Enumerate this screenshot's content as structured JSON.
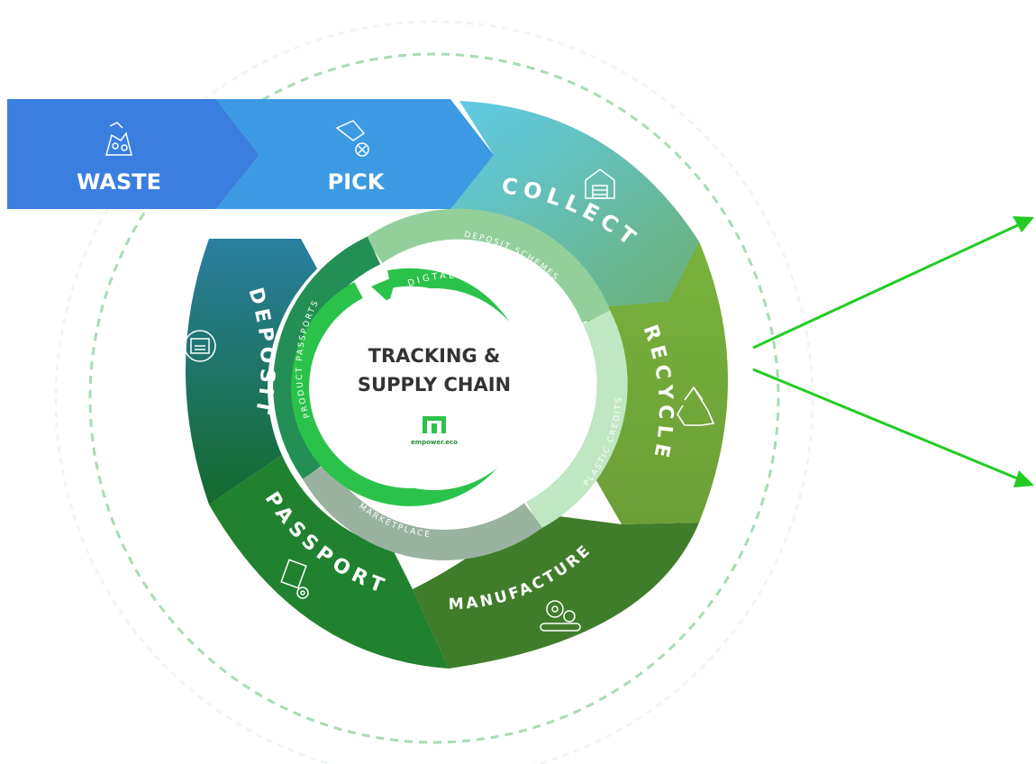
{
  "banner": {
    "waste": "WASTE",
    "pick": "PICK",
    "waste_icon": "trash-pile-icon",
    "pick_icon": "hand-picking-icon"
  },
  "segments": {
    "collect": "COLLECT",
    "recycle": "RECYCLE",
    "manufacture": "MANUFACTURE",
    "passport": "PASSPORT",
    "deposit": "DEPOSIT"
  },
  "inner_ring": {
    "deposit_schemes": "DEPOSIT SCHEMES",
    "plastic_credits": "PLASTIC CREDITS",
    "marketplace": "MARKETPLACE",
    "product_passports": "PRODUCT PASSPORTS",
    "digital_identities": "DIGTAL IDENTITIES"
  },
  "center": {
    "line1": "TRACKING &",
    "line2": "SUPPLY CHAIN",
    "brand": "empower.eco"
  },
  "colors": {
    "waste": "#3a7fe0",
    "pick": "#3c9ae2",
    "collect_start": "#5fcbe8",
    "collect_end": "#6cb075",
    "recycle": "#77ab3c",
    "manufacture": "#3f7d2a",
    "passport": "#20812f",
    "deposit_top": "#2a7ea0",
    "deposit_bottom": "#146a2c",
    "dashed_ring": "#a8dcb2",
    "arrows": "#22cc22",
    "digital_arrow": "#2bc24b"
  }
}
